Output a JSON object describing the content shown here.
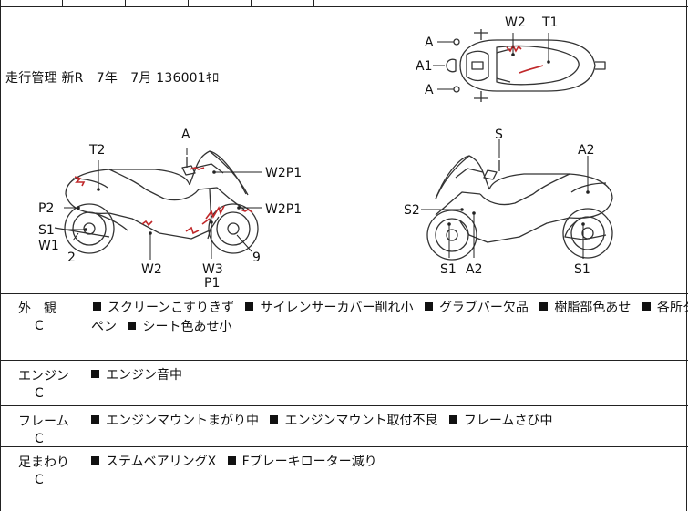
{
  "note": "走行管理 新R　7年　7月 136001ｷﾛ",
  "diagram": {
    "top_view": {
      "labels": [
        "A",
        "A1",
        "A",
        "W2",
        "T1"
      ]
    },
    "left_view": {
      "labels": [
        "A",
        "T2",
        "W2P1",
        "W2P1",
        "P2",
        "S1",
        "W1",
        "2",
        "W2",
        "W3",
        "P1",
        "9"
      ]
    },
    "right_view": {
      "labels": [
        "S",
        "A2",
        "S2",
        "S1",
        "A2",
        "S1"
      ]
    }
  },
  "sections": [
    {
      "name": "外　観",
      "grade": "C",
      "items_line1": [
        "スクリーンこすりきず",
        "サイレンサーカバー削れ小",
        "グラブバー欠品",
        "樹脂部色あせ",
        "各所タッチ"
      ],
      "items_line2_prefix": "ペン",
      "items_line2": [
        "シート色あせ小"
      ]
    },
    {
      "name": "エンジン",
      "grade": "C",
      "items_line1": [
        "エンジン音中"
      ]
    },
    {
      "name": "フレーム",
      "grade": "C",
      "items_line1": [
        "エンジンマウントまがり中",
        "エンジンマウント取付不良",
        "フレームさび中"
      ]
    },
    {
      "name": "足まわり",
      "grade": "C",
      "items_line1": [
        "ステムベアリングX",
        "Fブレーキローター減り"
      ]
    }
  ],
  "colors": {
    "damage_mark": "#c0282a",
    "line": "#222222"
  }
}
